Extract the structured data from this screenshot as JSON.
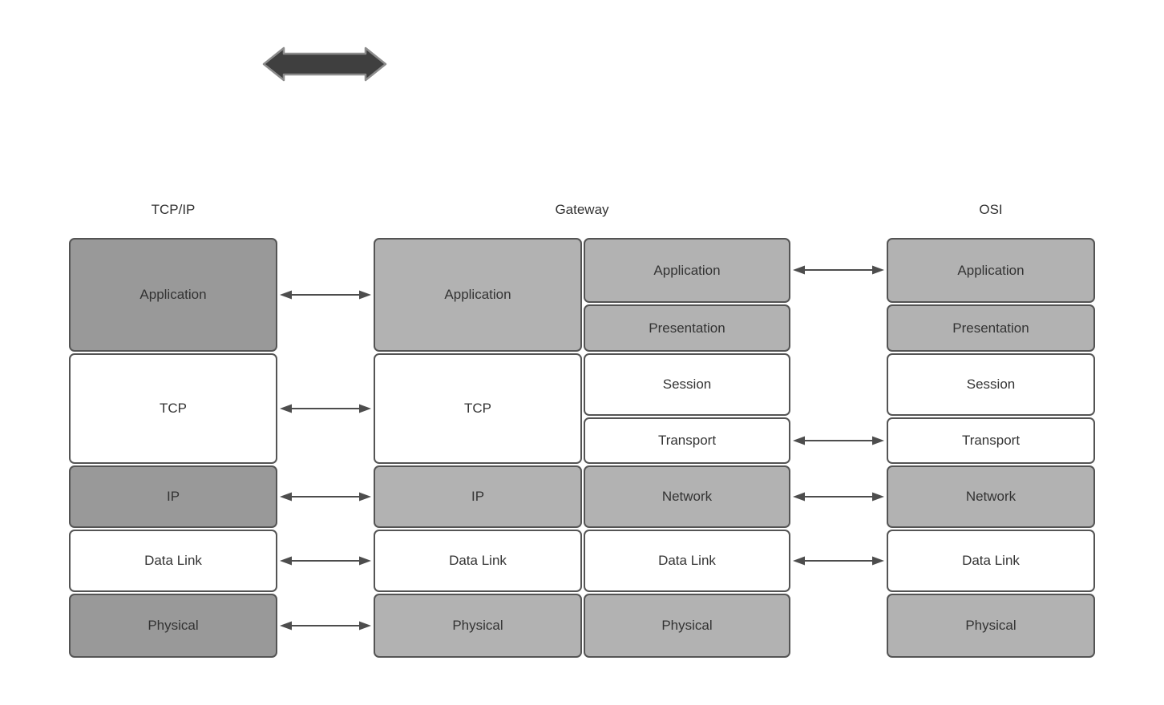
{
  "models": {
    "tcpip": {
      "title": "TCP/IP",
      "layers": [
        "Application",
        "TCP",
        "IP",
        "Data Link",
        "Physical"
      ]
    },
    "gateway": {
      "title": "Gateway",
      "stack_left": [
        "Application",
        "TCP",
        "IP",
        "Data Link",
        "Physical"
      ],
      "stack_right": [
        "Application",
        "Presentation",
        "Session",
        "Transport",
        "Network",
        "Data Link",
        "Physical"
      ]
    },
    "osi": {
      "title": "OSI",
      "layers": [
        "Application",
        "Presentation",
        "Session",
        "Transport",
        "Network",
        "Data Link",
        "Physical"
      ]
    }
  },
  "connections": {
    "tcpip_to_gateway": [
      "Application",
      "TCP",
      "IP",
      "Data Link",
      "Physical"
    ],
    "gateway_to_osi": [
      "Application",
      "Transport",
      "Network",
      "Data Link"
    ]
  },
  "icons": {
    "top_left": "thick-double-arrow"
  },
  "colors": {
    "box_dark": "#999999",
    "box_light": "#b2b2b2",
    "box_white": "#ffffff",
    "box_border": "#545454",
    "text": "#333333",
    "connector": "#4d4d4d",
    "big_arrow_fill": "#3f3f3f",
    "big_arrow_stroke": "#8c8c8c",
    "background": "#ffffff"
  }
}
